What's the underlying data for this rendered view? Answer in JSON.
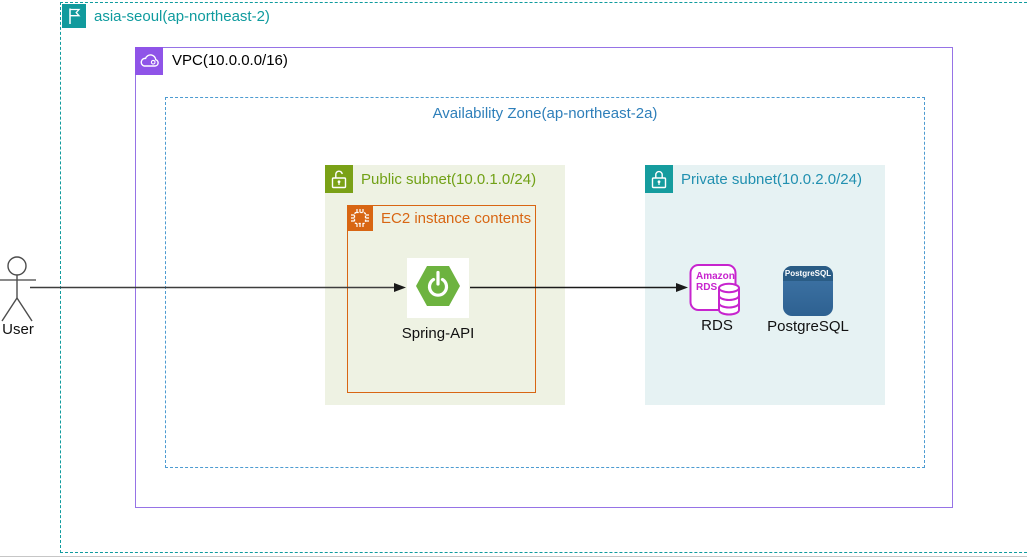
{
  "region": {
    "label": "asia-seoul(ap-northeast-2)"
  },
  "vpc": {
    "label": "VPC(10.0.0.0/16)"
  },
  "az": {
    "label": "Availability Zone(ap-northeast-2a)"
  },
  "public_subnet": {
    "label": "Public subnet(10.0.1.0/24)"
  },
  "private_subnet": {
    "label": "Private subnet(10.0.2.0/24)"
  },
  "ec2_group": {
    "label": "EC2 instance contents"
  },
  "nodes": {
    "user": {
      "label": "User"
    },
    "spring": {
      "label": "Spring-API"
    },
    "rds": {
      "label": "RDS",
      "badge_line1": "Amazon",
      "badge_line2": "RDS"
    },
    "postgresql": {
      "label": "PostgreSQL",
      "badge": "PostgreSQL"
    }
  },
  "colors": {
    "region_teal": "#0f9b9e",
    "vpc_purple": "#9673e6",
    "az_blue": "#4d9bd1",
    "public_green": "#7aa116",
    "private_teal": "#159c9e",
    "ec2_orange": "#d86613",
    "spring_green": "#6db33f",
    "rds_magenta": "#c724ce",
    "postgres_blue": "#336791",
    "public_subnet_fill": "#eef2e3",
    "private_subnet_fill": "#e6f2f3"
  }
}
